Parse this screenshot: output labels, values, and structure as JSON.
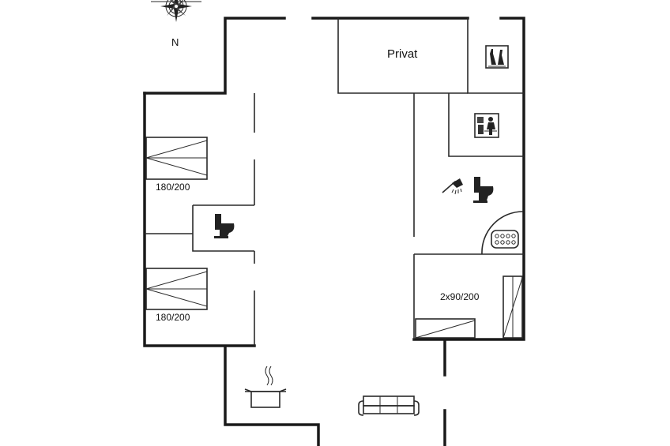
{
  "compass": {
    "north_label": "N"
  },
  "rooms": {
    "privat": {
      "label": "Privat"
    },
    "bedroom_upper": {
      "bed_label": "180/200"
    },
    "bedroom_lower": {
      "bed_label": "180/200"
    },
    "bedroom_right": {
      "bed_label": "2x90/200"
    }
  },
  "icons": [
    "compass-rose-icon",
    "wine-icon",
    "sauna-icon",
    "shower-icon",
    "toilet-icon",
    "whirlpool-icon",
    "cooking-pot-icon",
    "sofa-icon"
  ],
  "colors": {
    "line": "#1a1a1a",
    "background": "#ffffff"
  }
}
